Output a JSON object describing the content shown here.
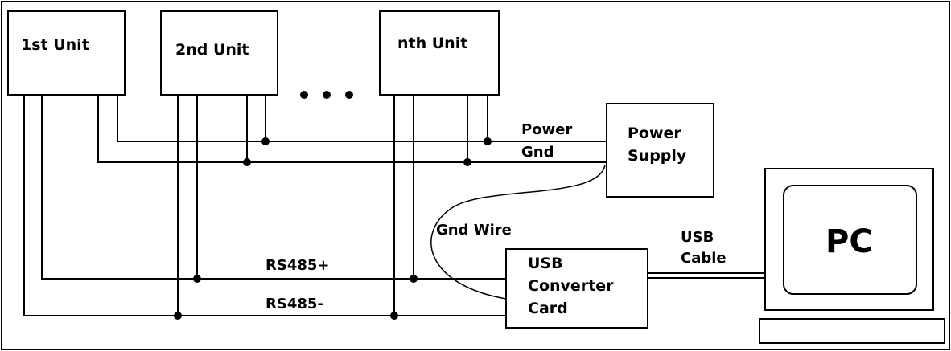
{
  "units": {
    "unit1": "1st Unit",
    "unit2": "2nd Unit",
    "unitn": "nth Unit"
  },
  "power_supply": [
    "Power",
    "Supply"
  ],
  "converter": [
    "USB",
    "Converter",
    "Card"
  ],
  "pc": "PC",
  "labels": {
    "power": "Power",
    "gnd": "Gnd",
    "gnd_wire": "Gnd Wire",
    "usb_cable": [
      "USB",
      "Cable"
    ],
    "rs485_plus": "RS485+",
    "rs485_minus": "RS485-"
  }
}
